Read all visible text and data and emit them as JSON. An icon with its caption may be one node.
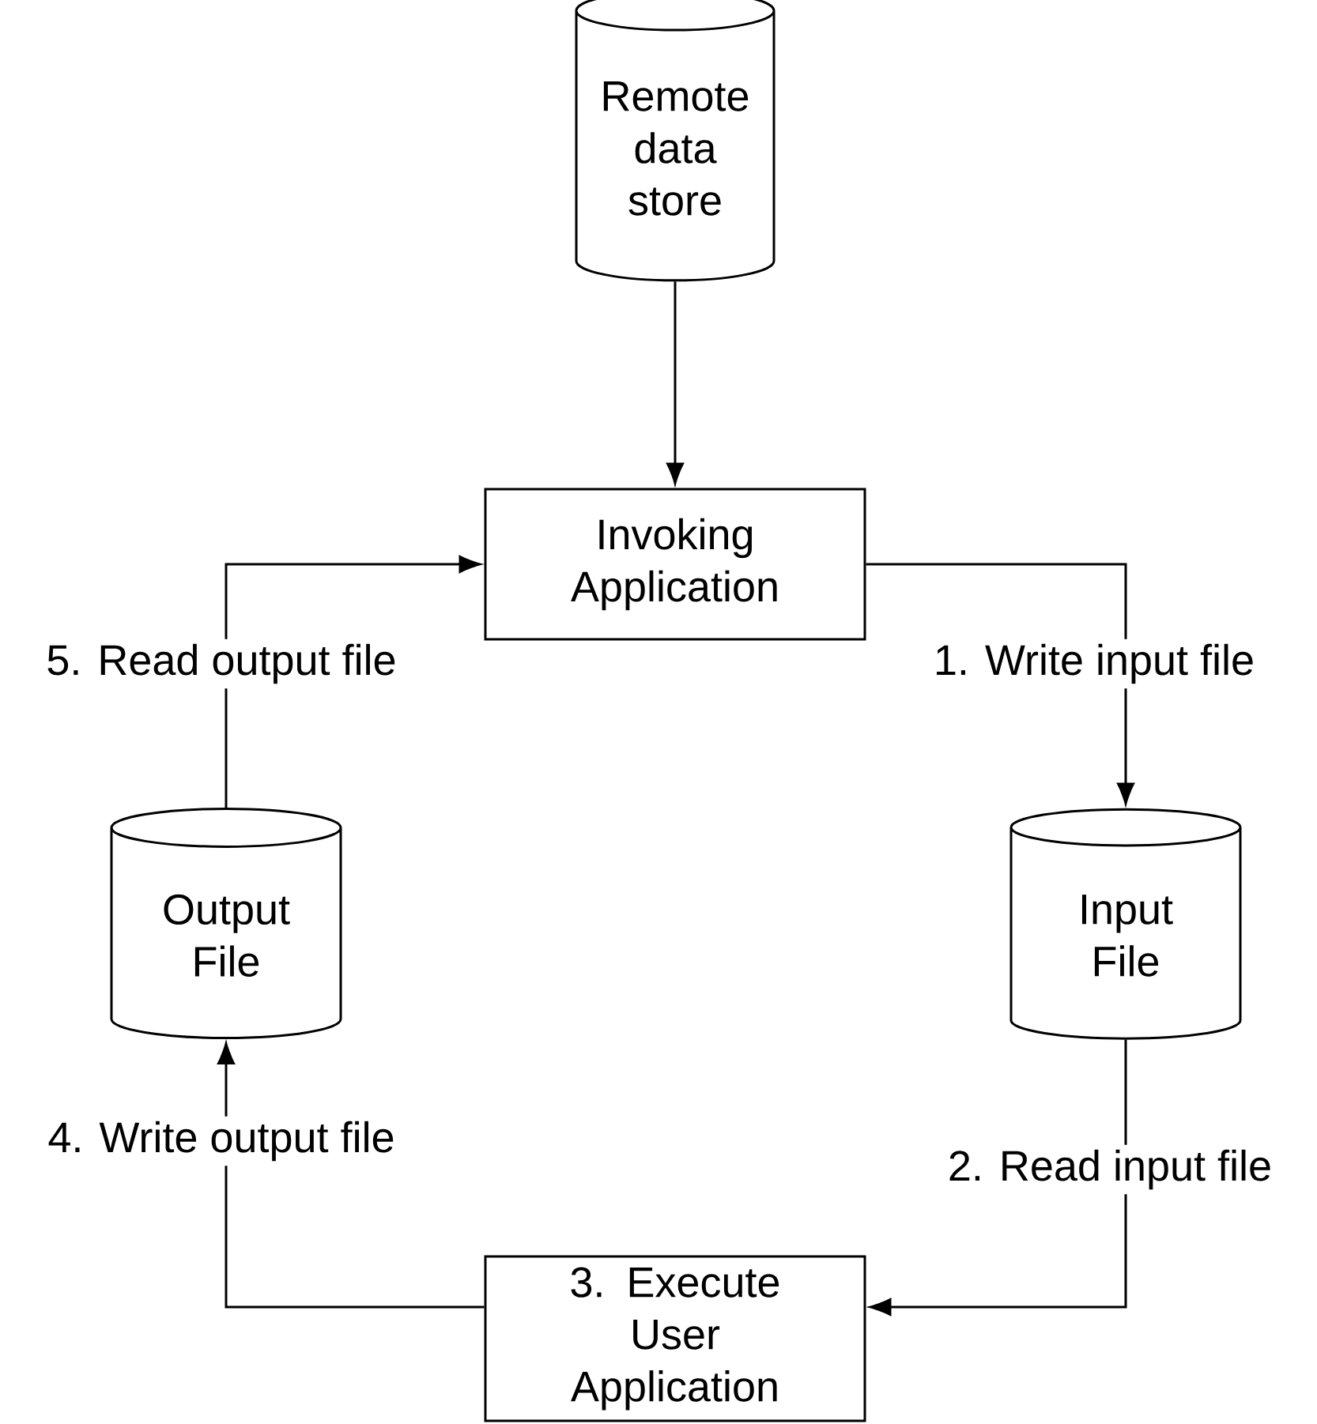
{
  "diagram": {
    "nodes": [
      {
        "text": [
          "Remote data store"
        ]
      },
      {
        "text": [
          "Invoking Application"
        ]
      },
      {
        "text": [
          "Input File"
        ]
      },
      {
        "text": [
          "3. Execute User Application"
        ]
      },
      {
        "text": [
          "Output File"
        ]
      }
    ],
    "edges": [
      {
        "from": 0,
        "to": 1,
        "arrow": "to"
      },
      {
        "from": 1,
        "to": 2,
        "arrow": "to",
        "label": "1. Write input file"
      },
      {
        "from": 2,
        "to": 3,
        "arrow": "to",
        "label": "2. Read input file"
      },
      {
        "from": 3,
        "to": 4,
        "arrow": "to",
        "label": "4. Write output file"
      },
      {
        "from": 4,
        "to": 1,
        "arrow": "to",
        "label": "5. Read output file"
      }
    ]
  }
}
